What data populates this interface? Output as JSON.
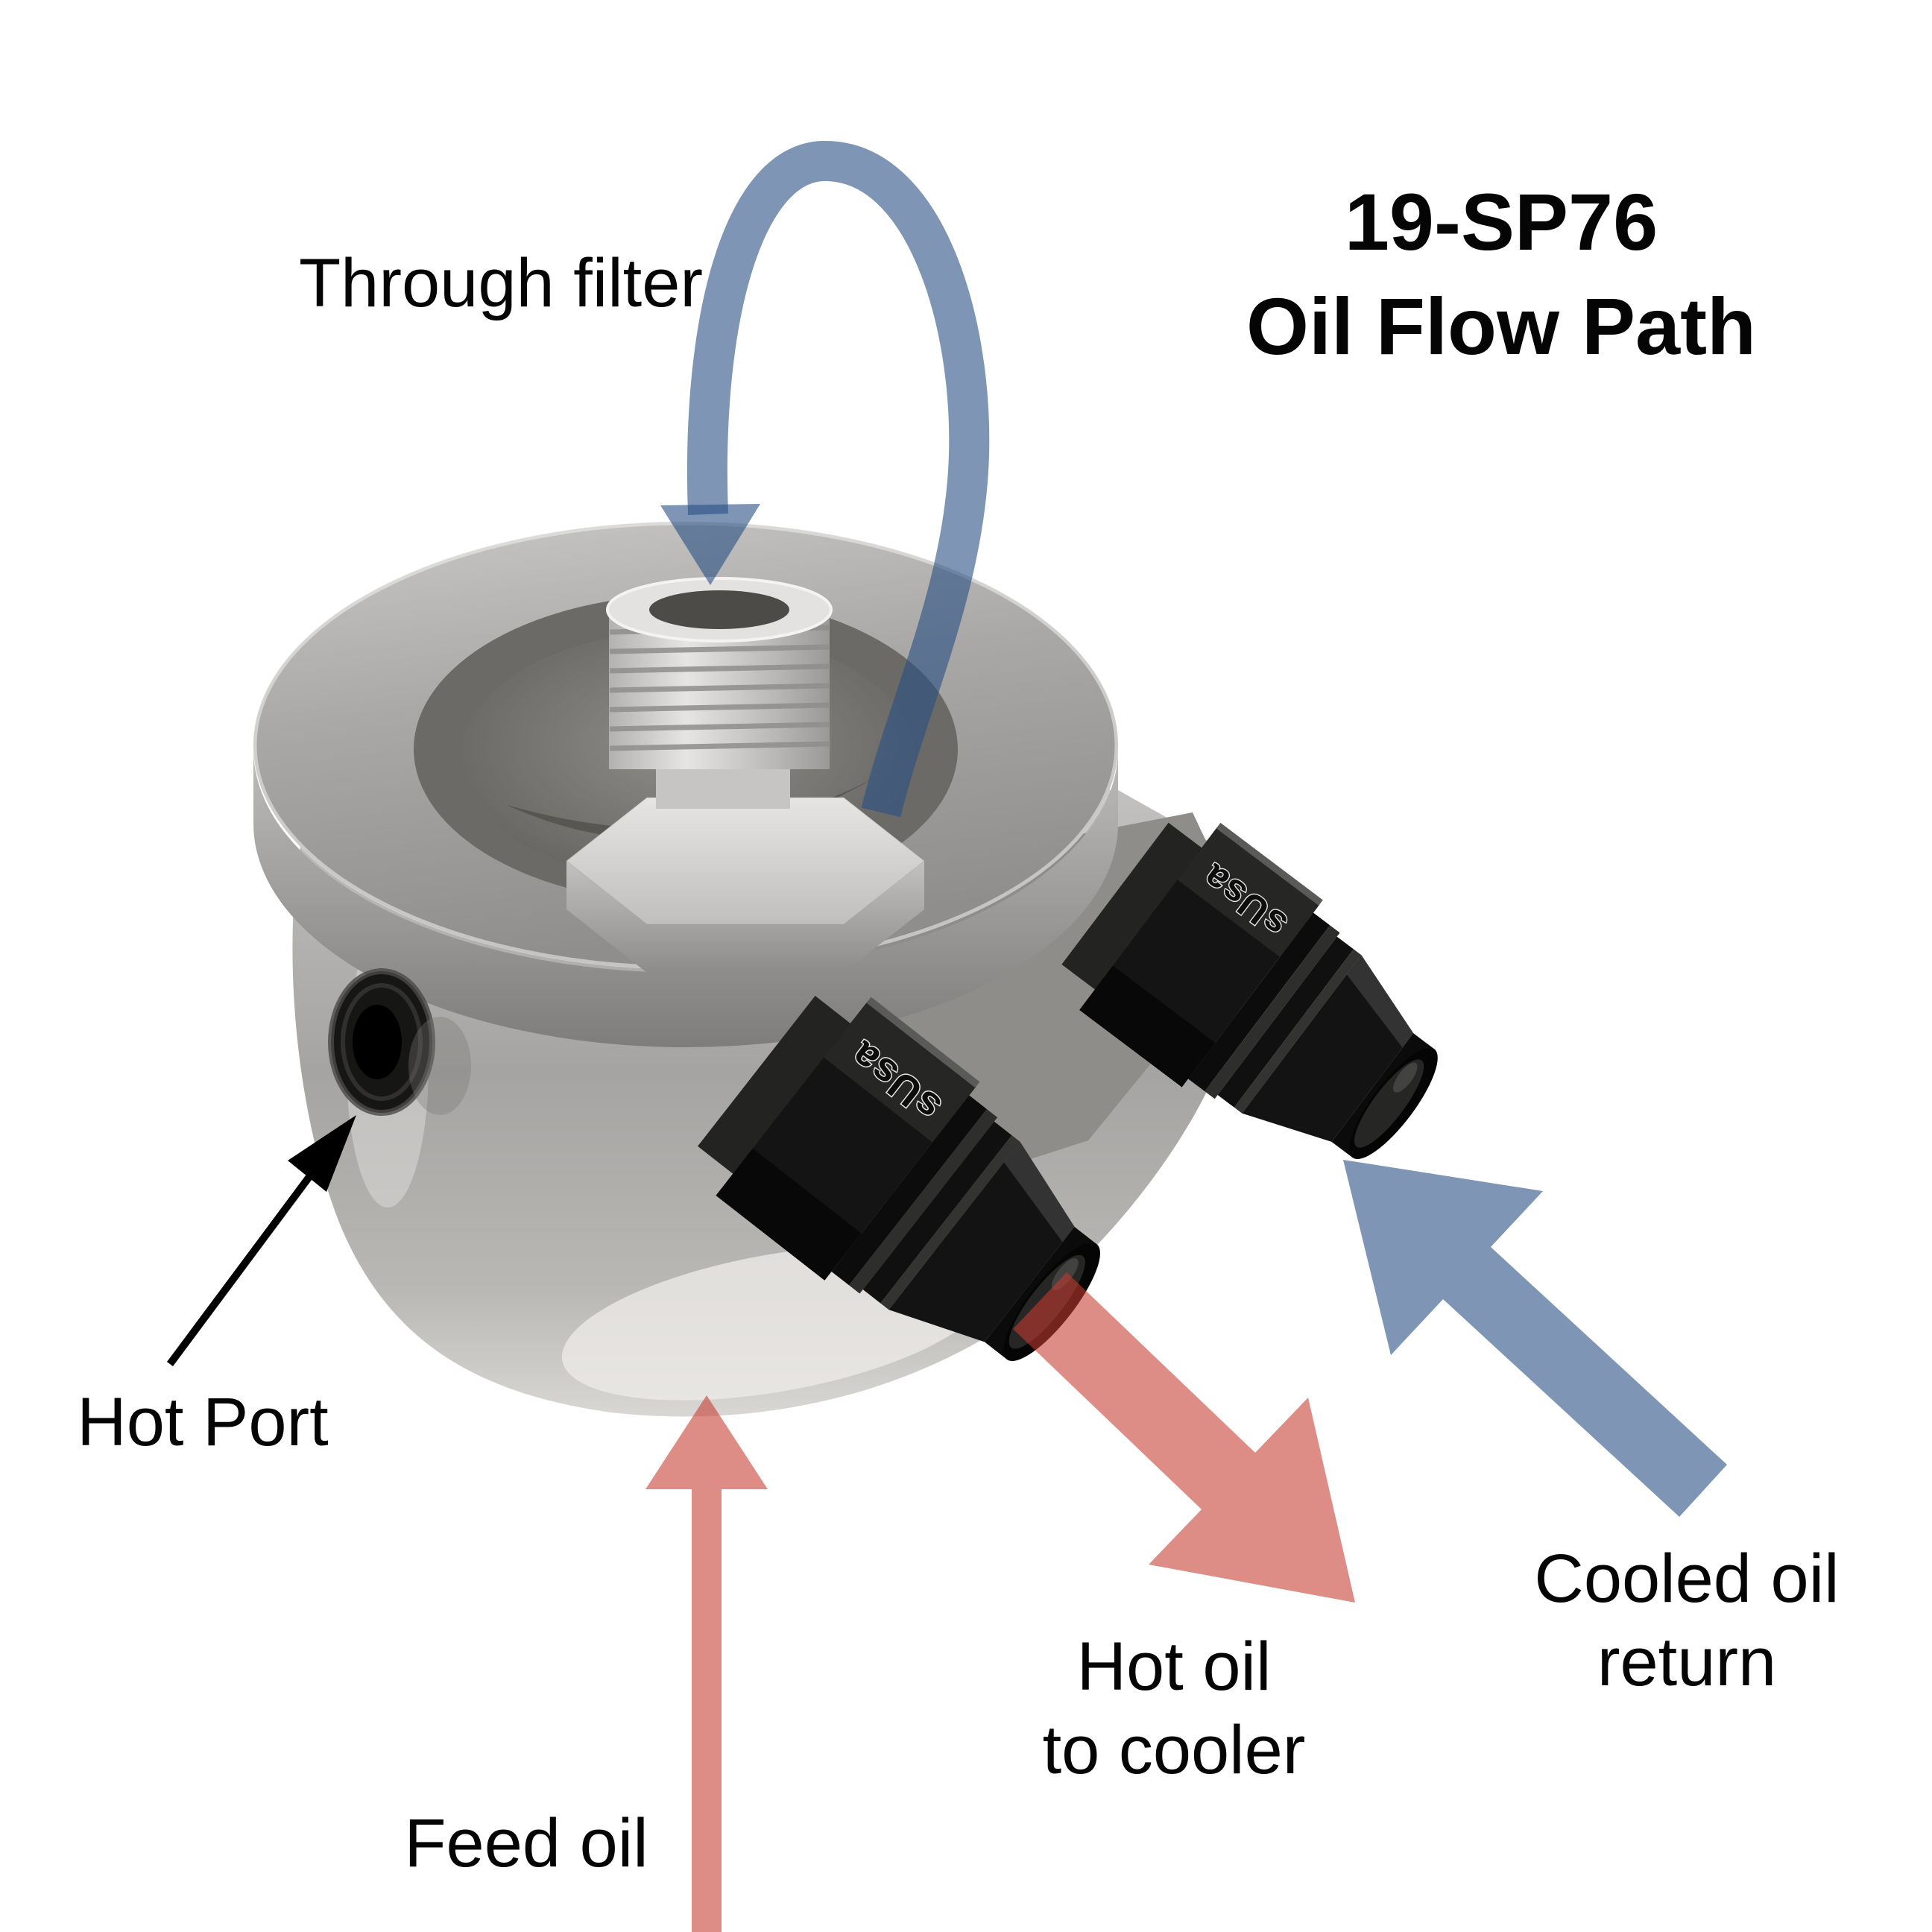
{
  "title": {
    "line1": "19-SP76",
    "line2": "Oil Flow Path"
  },
  "labels": {
    "through_filter": "Through filter",
    "hot_port": "Hot Port",
    "feed_oil": "Feed oil",
    "hot_oil_line1": "Hot oil",
    "hot_oil_line2": "to cooler",
    "cooled_oil_line1": "Cooled oil",
    "cooled_oil_line2": "return"
  },
  "device": {
    "brand": "sUsa"
  },
  "colors": {
    "hot_flow": "#c6382e",
    "cool_flow": "#284e84",
    "annotation": "#000000",
    "background": "#ffffff"
  }
}
